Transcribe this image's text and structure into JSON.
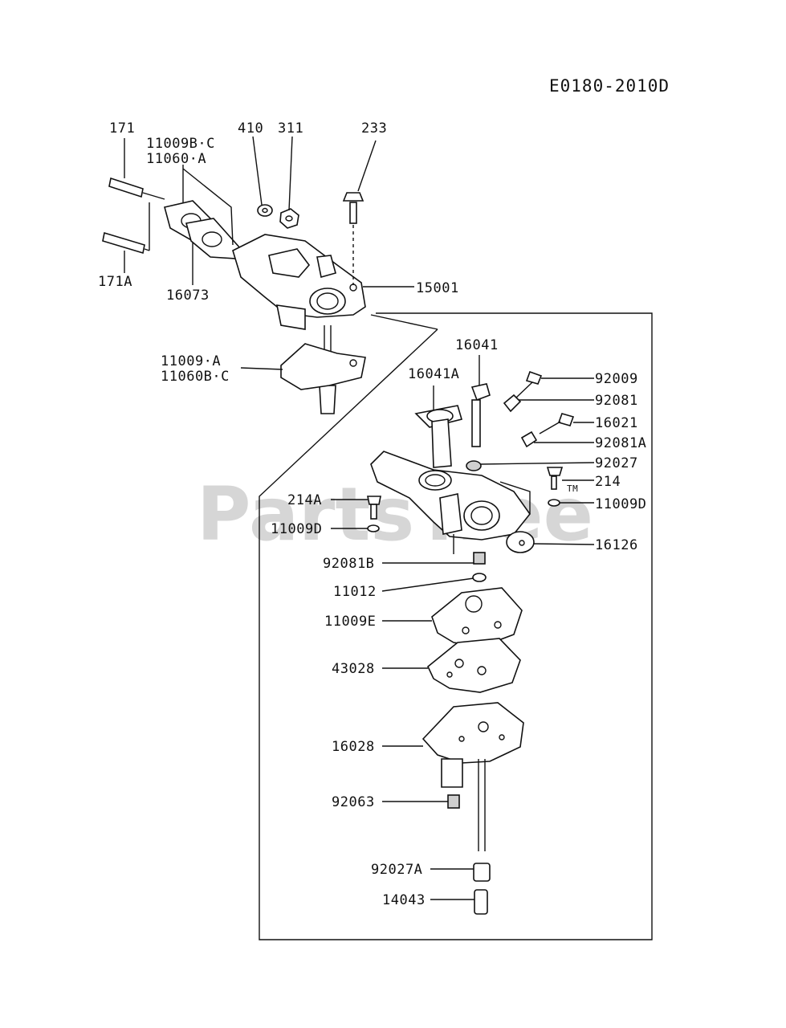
{
  "diagram_code": "E0180-2010D",
  "watermark": "PartsTree",
  "trademark": "TM",
  "callouts": {
    "p171": "171",
    "p171A": "171A",
    "p11009BC": "11009B·C",
    "p11060A": "11060·A",
    "p16073": "16073",
    "p410": "410",
    "p311": "311",
    "p233": "233",
    "p15001": "15001",
    "p11009A": "11009·A",
    "p11060BC": "11060B·C",
    "p16041": "16041",
    "p16041A": "16041A",
    "p92009": "92009",
    "p92081": "92081",
    "p16021": "16021",
    "p92081A": "92081A",
    "p92027": "92027",
    "p214": "214",
    "p214A": "214A",
    "p11009D_right": "11009D",
    "p11009D_left": "11009D",
    "p16126": "16126",
    "p92081B": "92081B",
    "p11012": "11012",
    "p11009E": "11009E",
    "p43028": "43028",
    "p16028": "16028",
    "p92063": "92063",
    "p92027A": "92027A",
    "p14043": "14043"
  }
}
